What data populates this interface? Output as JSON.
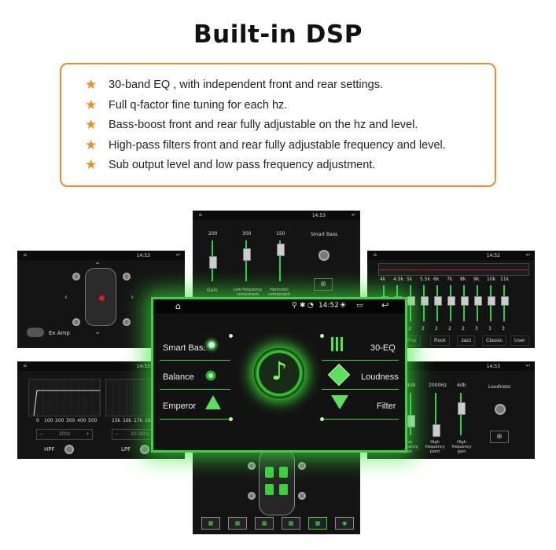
{
  "title": "Built-in DSP",
  "features": [
    "30-band EQ , with independent front and rear settings.",
    "Full q-factor fine tuning for each hz.",
    "Bass-boost front and rear fully adjustable on the hz and level.",
    "High-pass filters front and rear fully adjustable frequency and level.",
    "Sub output level and low pass frequency adjustment."
  ],
  "center": {
    "time": "14:52",
    "menu_left": [
      "Smart Bass",
      "Balance",
      "Emperor"
    ],
    "menu_right": [
      "30-EQ",
      "Loudness",
      "Filter"
    ]
  },
  "top_screen": {
    "time": "14:53",
    "slider_values": [
      "200",
      "300",
      "150"
    ],
    "slider_labels": [
      "Gain",
      "Low frequency component",
      "Harmonic component"
    ],
    "smart_bass": "Smart Bass"
  },
  "left_screen": {
    "time": "14:53",
    "ex_amp": "Ex Amp"
  },
  "eq_screen": {
    "time": "14:52",
    "freqs": [
      "4k",
      "4.5k",
      "5k",
      "5.5k",
      "6k",
      "7k",
      "8k",
      "9k",
      "10k",
      "11k"
    ],
    "values": [
      "2",
      "2",
      "2",
      "2",
      "2",
      "2",
      "3",
      "3",
      "3"
    ],
    "presets": [
      "Pop",
      "Rock",
      "Jazz",
      "Classic",
      "User"
    ]
  },
  "filter_screen": {
    "time": "14:53",
    "hpf_ticks": [
      "0",
      "100",
      "200",
      "300",
      "400",
      "500"
    ],
    "lpf_ticks": [
      "15k",
      "16k",
      "17k",
      "18k"
    ],
    "hpf_value": "20hz",
    "lpf_value": "20.0khz",
    "hpf_label": "HPF",
    "lpf_label": "LPF"
  },
  "loud_screen": {
    "time": "14:53",
    "top_values": [
      "4db",
      "2000Hz",
      "4db"
    ],
    "slider_labels": [
      "Low frequency gain",
      "High frequency point",
      "High frequency gain"
    ],
    "loudness": "Loudness"
  },
  "colors": {
    "accent": "#f08a24",
    "green": "#39d43a"
  }
}
